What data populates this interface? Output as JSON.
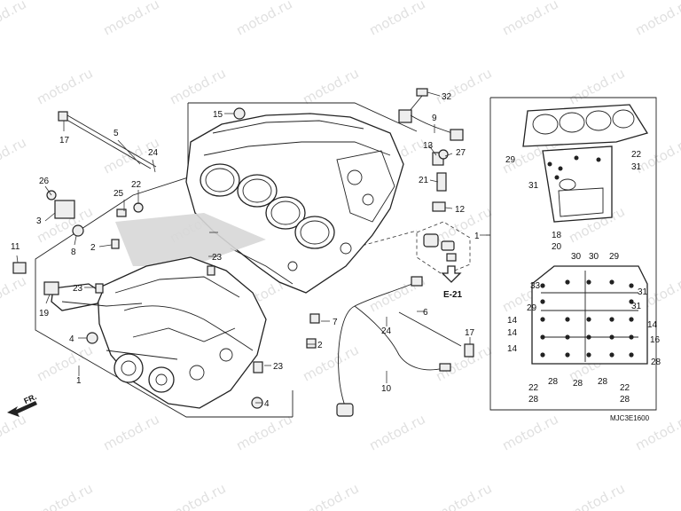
{
  "watermark": "motod.ru",
  "drawing_code": "MJC3E1600",
  "direction_label": "FR.",
  "reference": "E-21",
  "callouts": {
    "c17a": "17",
    "c5": "5",
    "c24a": "24",
    "c15": "15",
    "c32": "32",
    "c9": "9",
    "c13": "13",
    "c27": "27",
    "c21": "21",
    "c12": "12",
    "c26": "26",
    "c25": "25",
    "c22a": "22",
    "c3": "3",
    "c2a": "2",
    "c8": "8",
    "c11": "11",
    "c23a": "23",
    "c23b": "23",
    "c19": "19",
    "c4a": "4",
    "c7": "7",
    "c24b": "24",
    "c6": "6",
    "c17b": "17",
    "c2b": "2",
    "c23c": "23",
    "c10": "10",
    "c4b": "4",
    "c1a": "1",
    "c1b": "1",
    "r29a": "29",
    "r22b": "22",
    "r31a": "31",
    "r31b": "31",
    "r18": "18",
    "r20": "20",
    "r30a": "30",
    "r30b": "30",
    "r29b": "29",
    "r33": "33",
    "r31c": "31",
    "r31d": "31",
    "r29c": "29",
    "r14a": "14",
    "r14b": "14",
    "r14c": "14",
    "r14d": "14",
    "r16": "16",
    "r28a": "28",
    "r28b": "28",
    "r28c": "28",
    "r28d": "28",
    "r28e": "28",
    "r28f": "28",
    "r22c": "22",
    "r22d": "22"
  }
}
